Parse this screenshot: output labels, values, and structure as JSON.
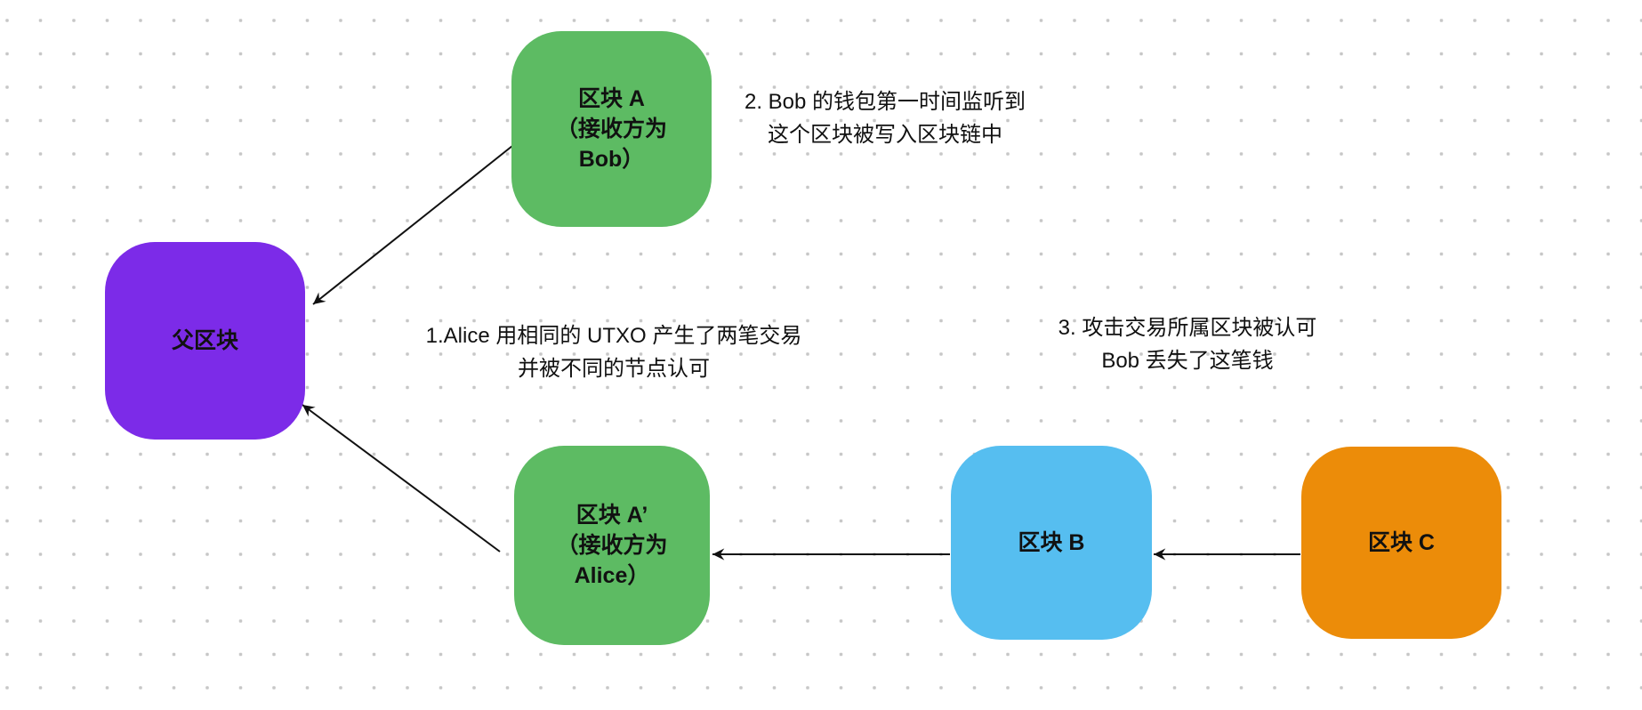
{
  "diagram": {
    "title": "double-spend blockchain fork diagram",
    "nodes": [
      {
        "id": "parent-block",
        "label": "父区块",
        "color": "#7c2be8",
        "shape": "rounded-square"
      },
      {
        "id": "block-a",
        "label": "区块 A\n（接收方为\nBob）",
        "color": "#5dbb63",
        "shape": "rounded-square"
      },
      {
        "id": "block-a-prime",
        "label": "区块 A’\n（接收方为\nAlice）",
        "color": "#5dbb63",
        "shape": "rounded-square"
      },
      {
        "id": "block-b",
        "label": "区块 B",
        "color": "#56bef0",
        "shape": "rounded-square"
      },
      {
        "id": "block-c",
        "label": "区块 C",
        "color": "#ec8c09",
        "shape": "rounded-square"
      }
    ],
    "edges": [
      {
        "from": "block-a",
        "to": "parent-block",
        "style": "arrow"
      },
      {
        "from": "block-a-prime",
        "to": "parent-block",
        "style": "arrow"
      },
      {
        "from": "block-b",
        "to": "block-a-prime",
        "style": "arrow"
      },
      {
        "from": "block-c",
        "to": "block-b",
        "style": "arrow"
      }
    ],
    "annotations": [
      {
        "id": "note-1",
        "text": "1.Alice 用相同的 UTXO 产生了两笔交易\n并被不同的节点认可"
      },
      {
        "id": "note-2",
        "text": "2. Bob 的钱包第一时间监听到\n这个区块被写入区块链中"
      },
      {
        "id": "note-3",
        "text": "3. 攻击交易所属区块被认可\nBob 丢失了这笔钱"
      }
    ],
    "colors": {
      "background": "#ffffff",
      "grid_dot": "#c7c7c7",
      "arrow": "#111111",
      "text": "#111111"
    }
  }
}
